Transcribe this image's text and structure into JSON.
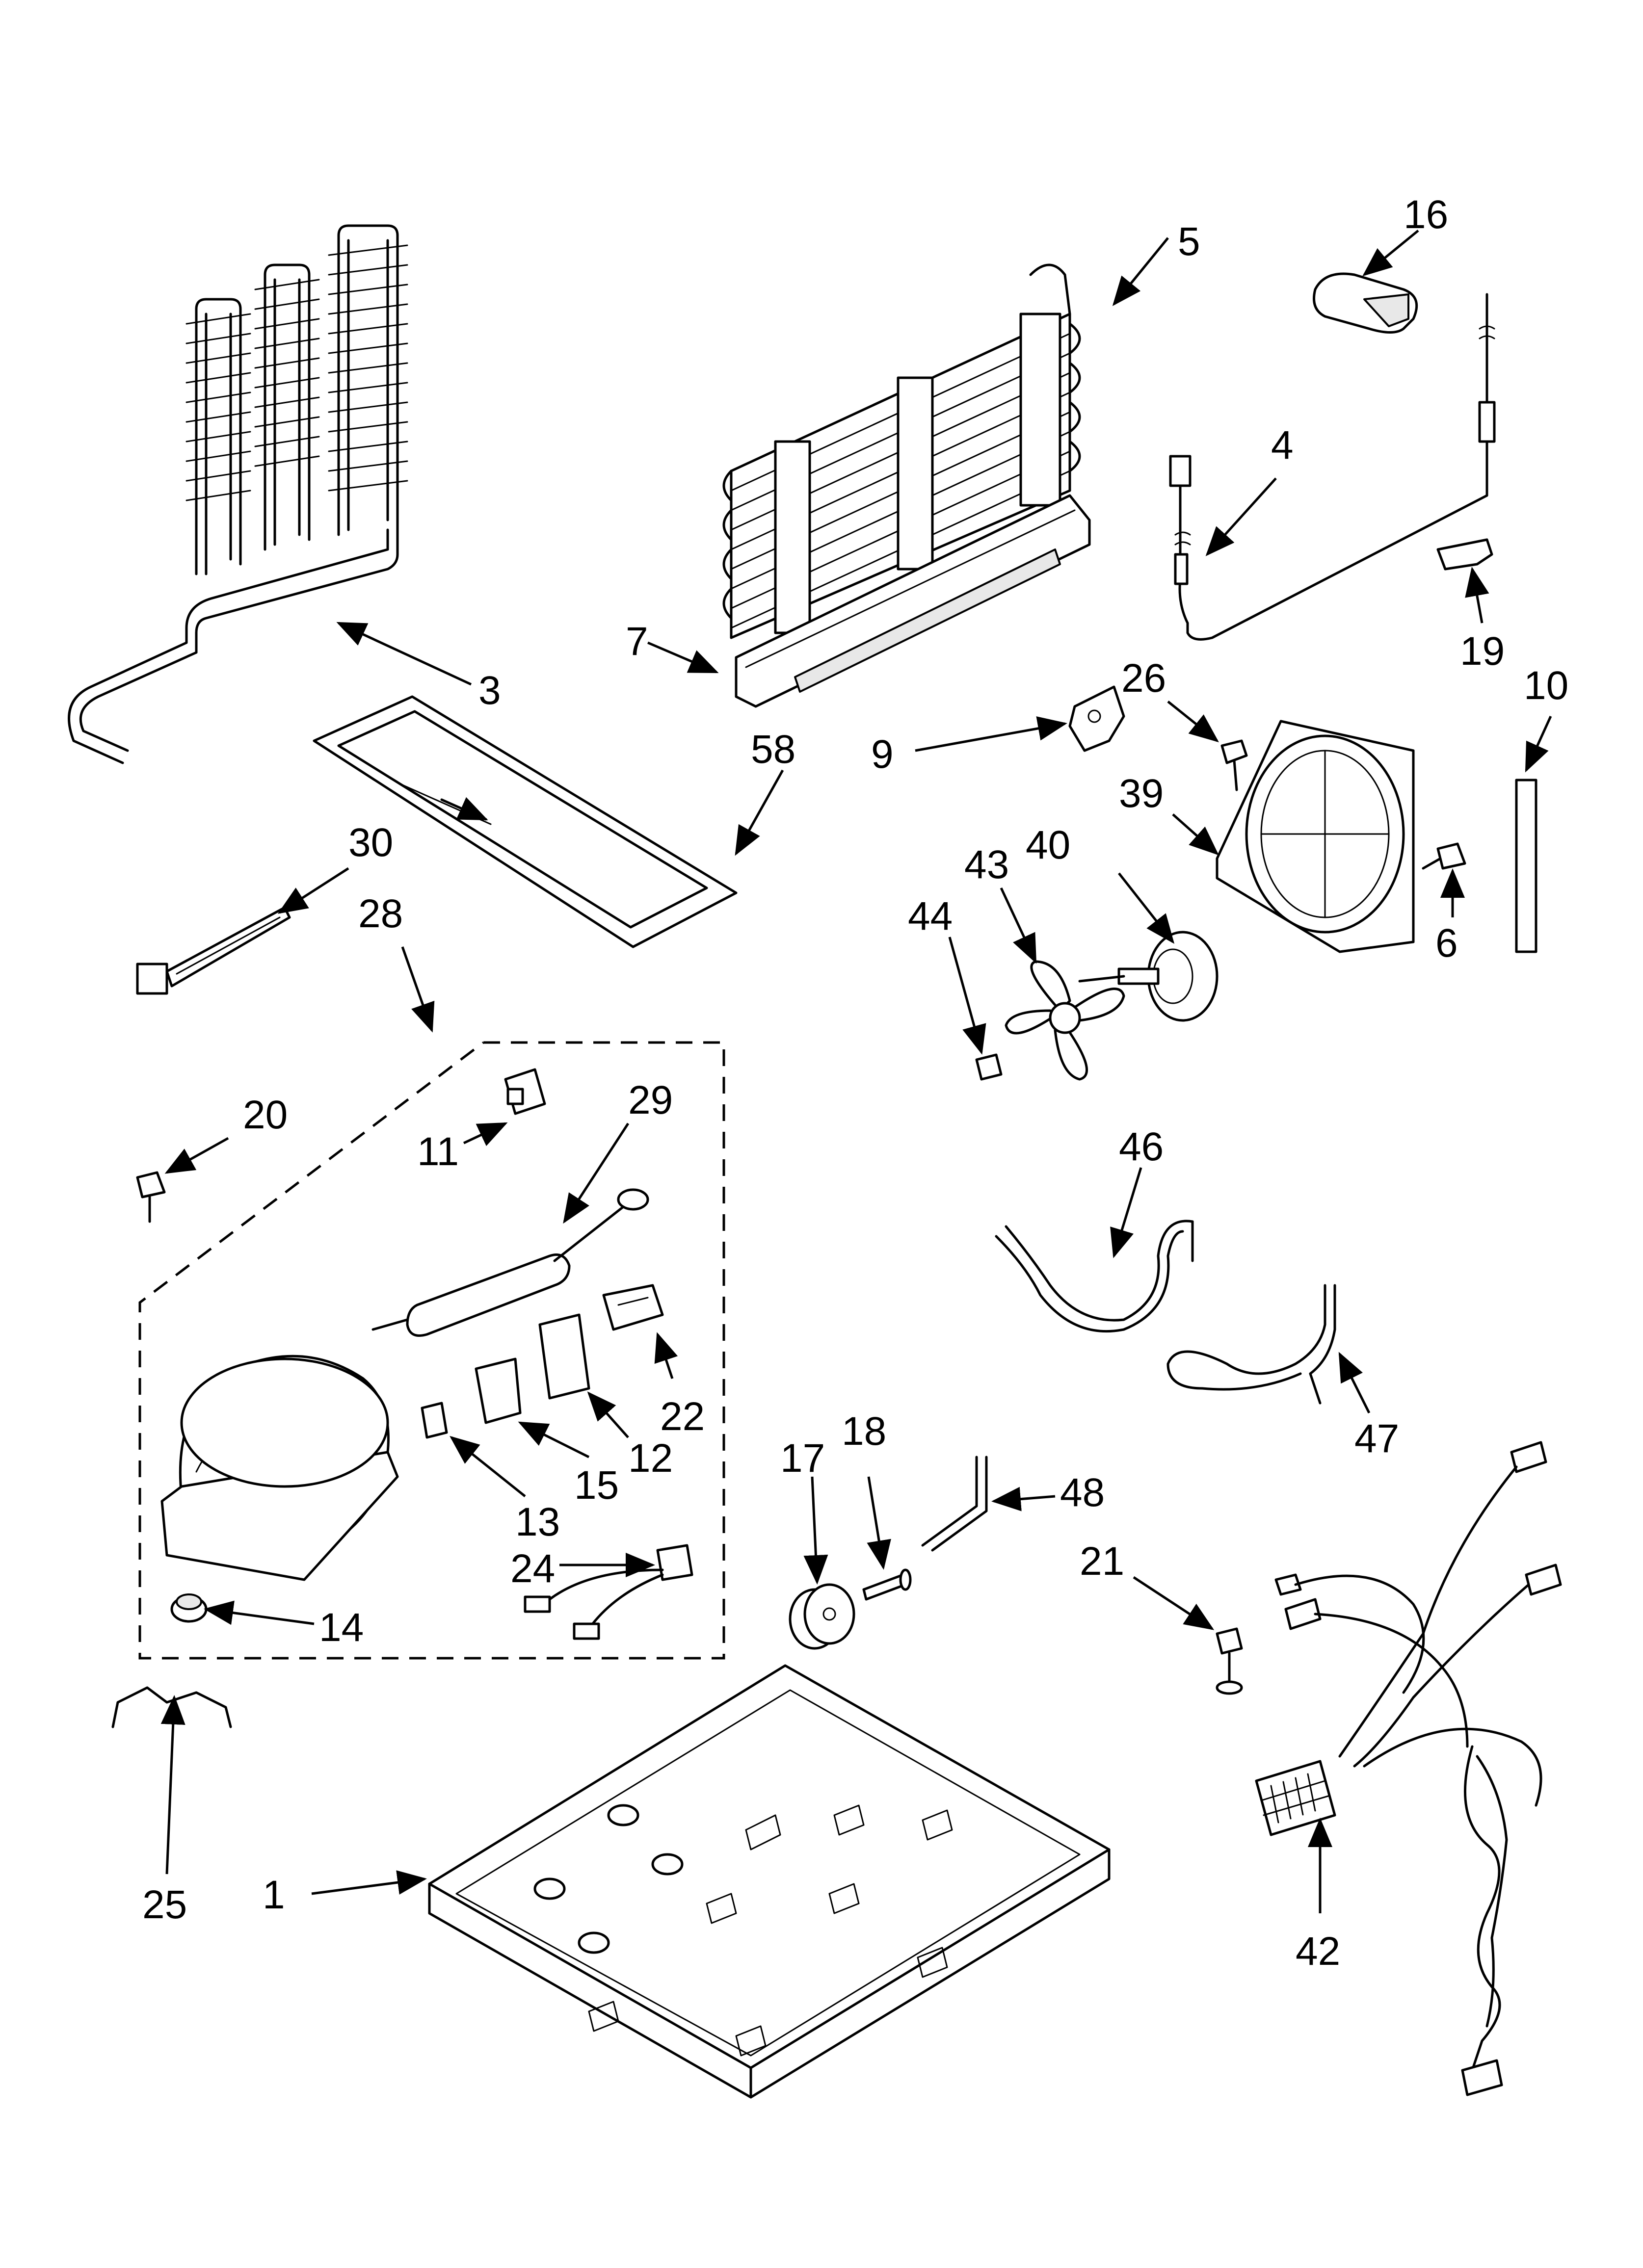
{
  "callouts": [
    {
      "id": "c1",
      "label": "1"
    },
    {
      "id": "c3",
      "label": "3"
    },
    {
      "id": "c4",
      "label": "4"
    },
    {
      "id": "c5",
      "label": "5"
    },
    {
      "id": "c6",
      "label": "6"
    },
    {
      "id": "c7",
      "label": "7"
    },
    {
      "id": "c9",
      "label": "9"
    },
    {
      "id": "c10",
      "label": "10"
    },
    {
      "id": "c11",
      "label": "11"
    },
    {
      "id": "c12",
      "label": "12"
    },
    {
      "id": "c13",
      "label": "13"
    },
    {
      "id": "c14",
      "label": "14"
    },
    {
      "id": "c15",
      "label": "15"
    },
    {
      "id": "c16",
      "label": "16"
    },
    {
      "id": "c17",
      "label": "17"
    },
    {
      "id": "c18",
      "label": "18"
    },
    {
      "id": "c19",
      "label": "19"
    },
    {
      "id": "c20",
      "label": "20"
    },
    {
      "id": "c21",
      "label": "21"
    },
    {
      "id": "c22",
      "label": "22"
    },
    {
      "id": "c24",
      "label": "24"
    },
    {
      "id": "c25",
      "label": "25"
    },
    {
      "id": "c26",
      "label": "26"
    },
    {
      "id": "c28",
      "label": "28"
    },
    {
      "id": "c29",
      "label": "29"
    },
    {
      "id": "c30",
      "label": "30"
    },
    {
      "id": "c39",
      "label": "39"
    },
    {
      "id": "c40",
      "label": "40"
    },
    {
      "id": "c42",
      "label": "42"
    },
    {
      "id": "c43",
      "label": "43"
    },
    {
      "id": "c44",
      "label": "44"
    },
    {
      "id": "c46",
      "label": "46"
    },
    {
      "id": "c47",
      "label": "47"
    },
    {
      "id": "c48",
      "label": "48"
    },
    {
      "id": "c58",
      "label": "58"
    }
  ]
}
